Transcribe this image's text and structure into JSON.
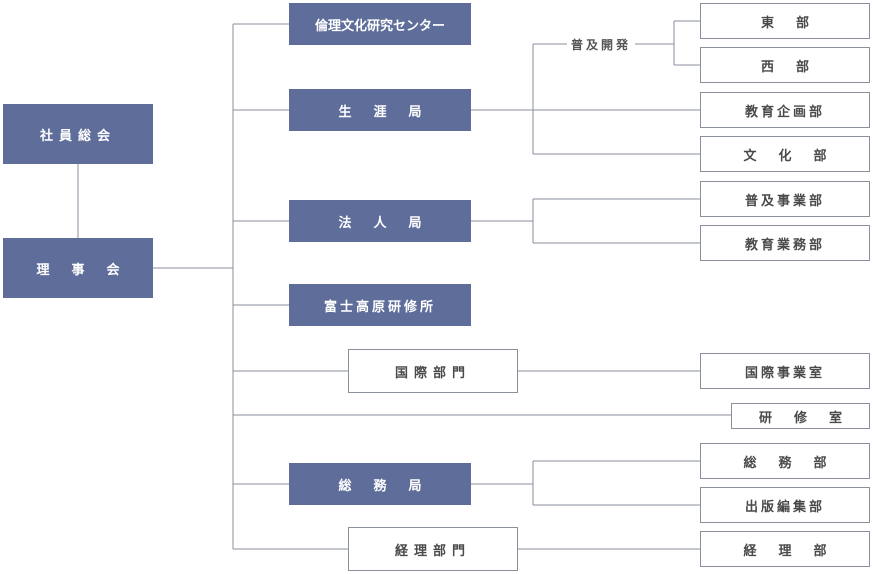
{
  "top": {
    "general_meeting": "社員総会",
    "board": "理事会"
  },
  "units": {
    "ethics_center": "倫理文化研究センター",
    "life_bureau": "生涯局",
    "corporate_bureau": "法人局",
    "fuji_institute": "富士高原研修所",
    "intl_division": "国際部門",
    "training_office": "研修室",
    "general_affairs_bureau": "総務局",
    "accounting_division": "経理部門"
  },
  "departments": {
    "promotion_label": "普及開発",
    "east": "東部",
    "west": "西部",
    "edu_planning": "教育企画部",
    "culture": "文化部",
    "promotion_business": "普及事業部",
    "edu_business": "教育業務部",
    "intl_business_office": "国際事業室",
    "general_affairs": "総務部",
    "publishing": "出版編集部",
    "accounting": "経理部"
  },
  "colors": {
    "dark_box": "#5e6d9a",
    "line": "#8a8f9e"
  }
}
